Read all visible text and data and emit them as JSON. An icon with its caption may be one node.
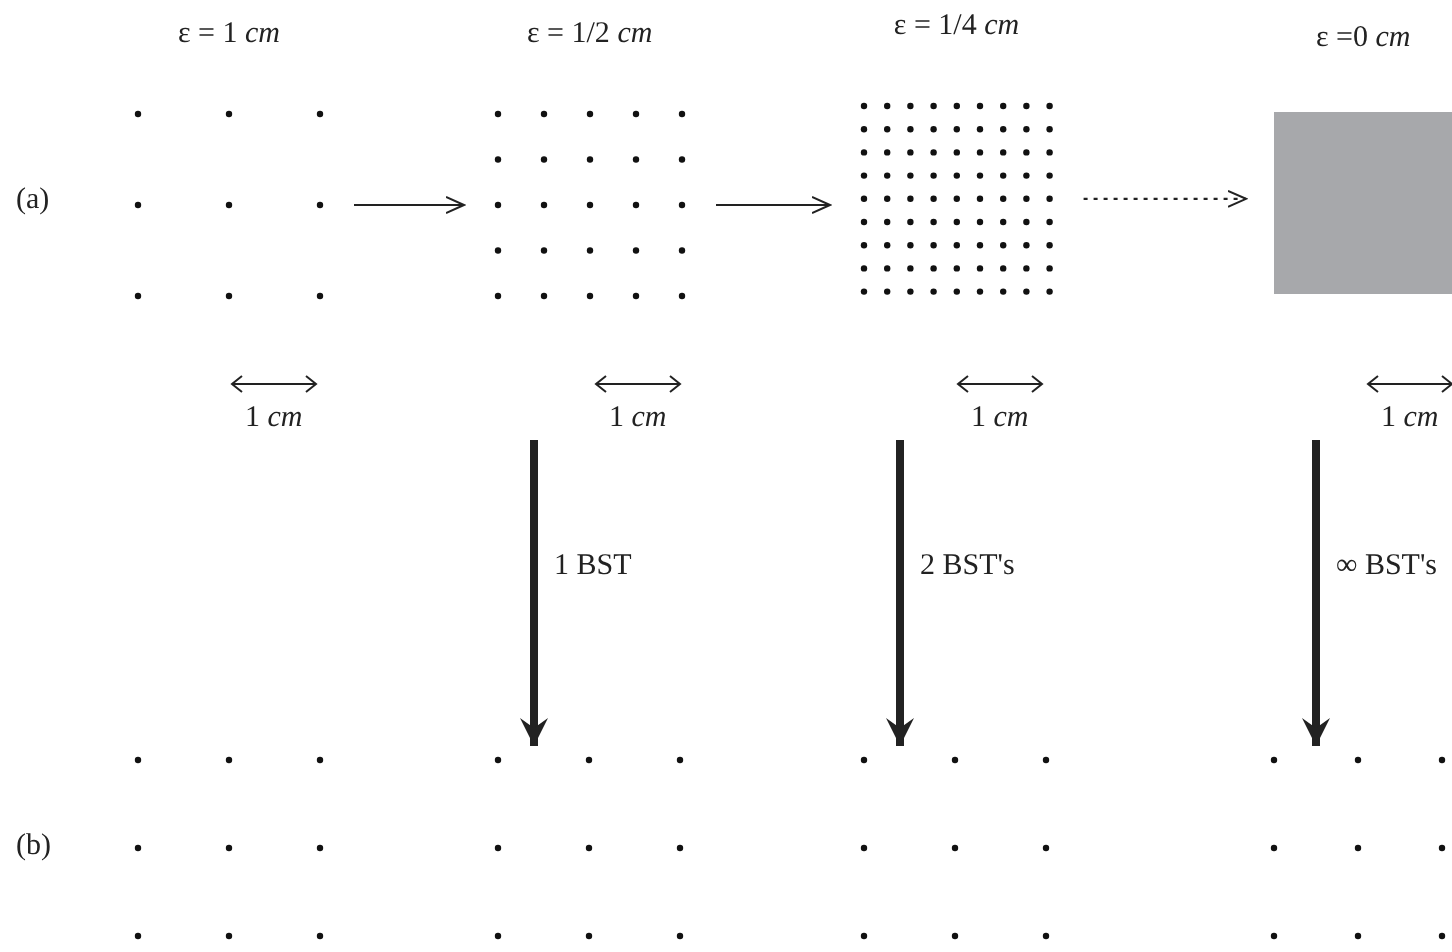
{
  "diagram": {
    "nodes": [
      {
        "text": [],
        "shape": "grid",
        "beside": [
          "ε = 1 *cm*",
          "1 *cm*"
        ]
      },
      {
        "text": [],
        "shape": "grid",
        "beside": [
          "ε = 1/2 *cm*",
          "1 *cm*"
        ]
      },
      {
        "text": [],
        "shape": "grid",
        "beside": [
          "ε = 1/4 *cm*",
          "1 *cm*"
        ]
      },
      {
        "text": [],
        "shape": "box",
        "beside": [
          "ε =0 *cm*",
          "1 *cm*"
        ]
      },
      {
        "text": [],
        "shape": "grid"
      },
      {
        "text": [],
        "shape": "grid"
      },
      {
        "text": [],
        "shape": "grid"
      },
      {
        "text": [],
        "shape": "grid"
      }
    ],
    "edges": [
      {
        "from": 0,
        "to": 1,
        "arrow": "to"
      },
      {
        "from": 1,
        "to": 2,
        "arrow": "to"
      },
      {
        "from": 2,
        "to": 3,
        "arrow": "to",
        "style": "dashed"
      },
      {
        "from": 1,
        "to": 5,
        "arrow": "to",
        "style": "thick",
        "label": "1 BST"
      },
      {
        "from": 2,
        "to": 6,
        "arrow": "to",
        "style": "thick",
        "label": "2 BST's"
      },
      {
        "from": 3,
        "to": 7,
        "arrow": "to",
        "style": "thick",
        "label": "∞ BST's"
      }
    ],
    "labels": [
      "(a)",
      "(b)"
    ]
  }
}
